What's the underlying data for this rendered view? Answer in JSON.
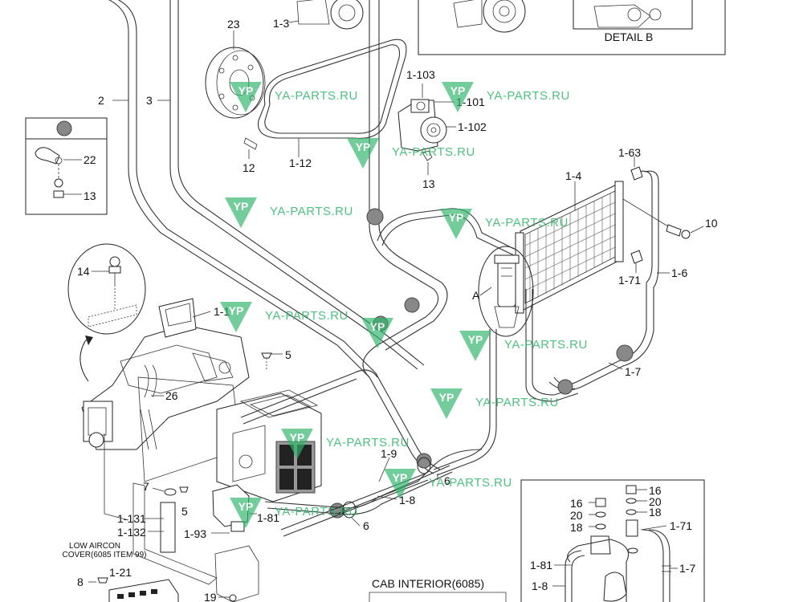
{
  "watermark": {
    "text": "YA-PARTS.RU",
    "logo_letters": "YP",
    "color": "#2fb56a"
  },
  "callouts": {
    "c1_3": "1-3",
    "c23": "23",
    "c2": "2",
    "c3": "3",
    "c1_103": "1-103",
    "c1_101": "1-101",
    "c1_102": "1-102",
    "c12": "12",
    "c1_12": "1-12",
    "c13a": "13",
    "c22": "22",
    "c13b": "13",
    "c1_63": "1-63",
    "c1_4": "1-4",
    "c10": "10",
    "c1_6": "1-6",
    "c1_71a": "1-71",
    "cA": "A",
    "c1_7a": "1-7",
    "c14": "14",
    "c1_1": "1-1",
    "c5a": "5",
    "c26": "26",
    "c7": "7",
    "c5b": "5",
    "c1_131": "1-131",
    "c1_132": "1-132",
    "c1_93": "1-93",
    "c1_9": "1-9",
    "c6a": "6",
    "c1_8a": "1-8",
    "c6b": "6",
    "c1_81a": "1-81",
    "c8": "8",
    "c1_21": "1-21",
    "c19": "19",
    "c16a": "16",
    "c20a": "20",
    "c18a": "18",
    "c16b": "16",
    "c20b": "20",
    "c18b": "18",
    "c1_71b": "1-71",
    "c1_81b": "1-81",
    "c1_8b": "1-8",
    "c1_7b": "1-7"
  },
  "captions": {
    "detail_b": "DETAIL B",
    "low_aircon_line1": "LOW AIRCON",
    "low_aircon_line2": "COVER(6085 ITEM 99)",
    "cab_interior": "CAB INTERIOR(6085)"
  },
  "colors": {
    "line": "#222222",
    "marker": "#888888",
    "watermark": "#2fb56a"
  }
}
